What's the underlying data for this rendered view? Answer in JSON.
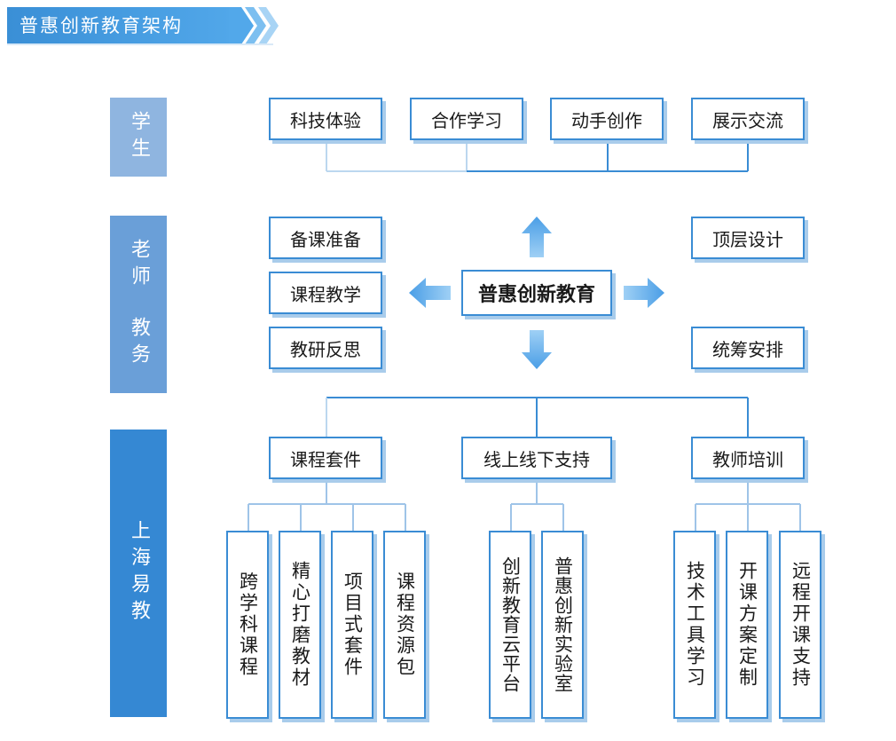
{
  "header": {
    "title": "普惠创新教育架构"
  },
  "sections": {
    "student": "学生",
    "teacher_line1": "老师",
    "teacher_line2": "教务",
    "company": "上海易教"
  },
  "student_items": [
    "科技体验",
    "合作学习",
    "动手创作",
    "展示交流"
  ],
  "center": {
    "label": "普惠创新教育"
  },
  "teacher_items": [
    "备课准备",
    "课程教学",
    "教研反思"
  ],
  "admin_items": [
    "顶层设计",
    "统筹安排"
  ],
  "company_items": [
    {
      "label": "课程套件",
      "children": [
        "跨学科课程",
        "精心打磨教材",
        "项目式套件",
        "课程资源包"
      ]
    },
    {
      "label": "线上线下支持",
      "children": [
        "创新教育云平台",
        "普惠创新实验室"
      ]
    },
    {
      "label": "教师培训",
      "children": [
        "技术工具学习",
        "开课方案定制",
        "远程开课支持"
      ]
    }
  ],
  "colors": {
    "primary": "#3a8cd4",
    "shadow": "#a9cceb",
    "line": "#9fc4e8",
    "arrow": "#5aa8ea"
  }
}
